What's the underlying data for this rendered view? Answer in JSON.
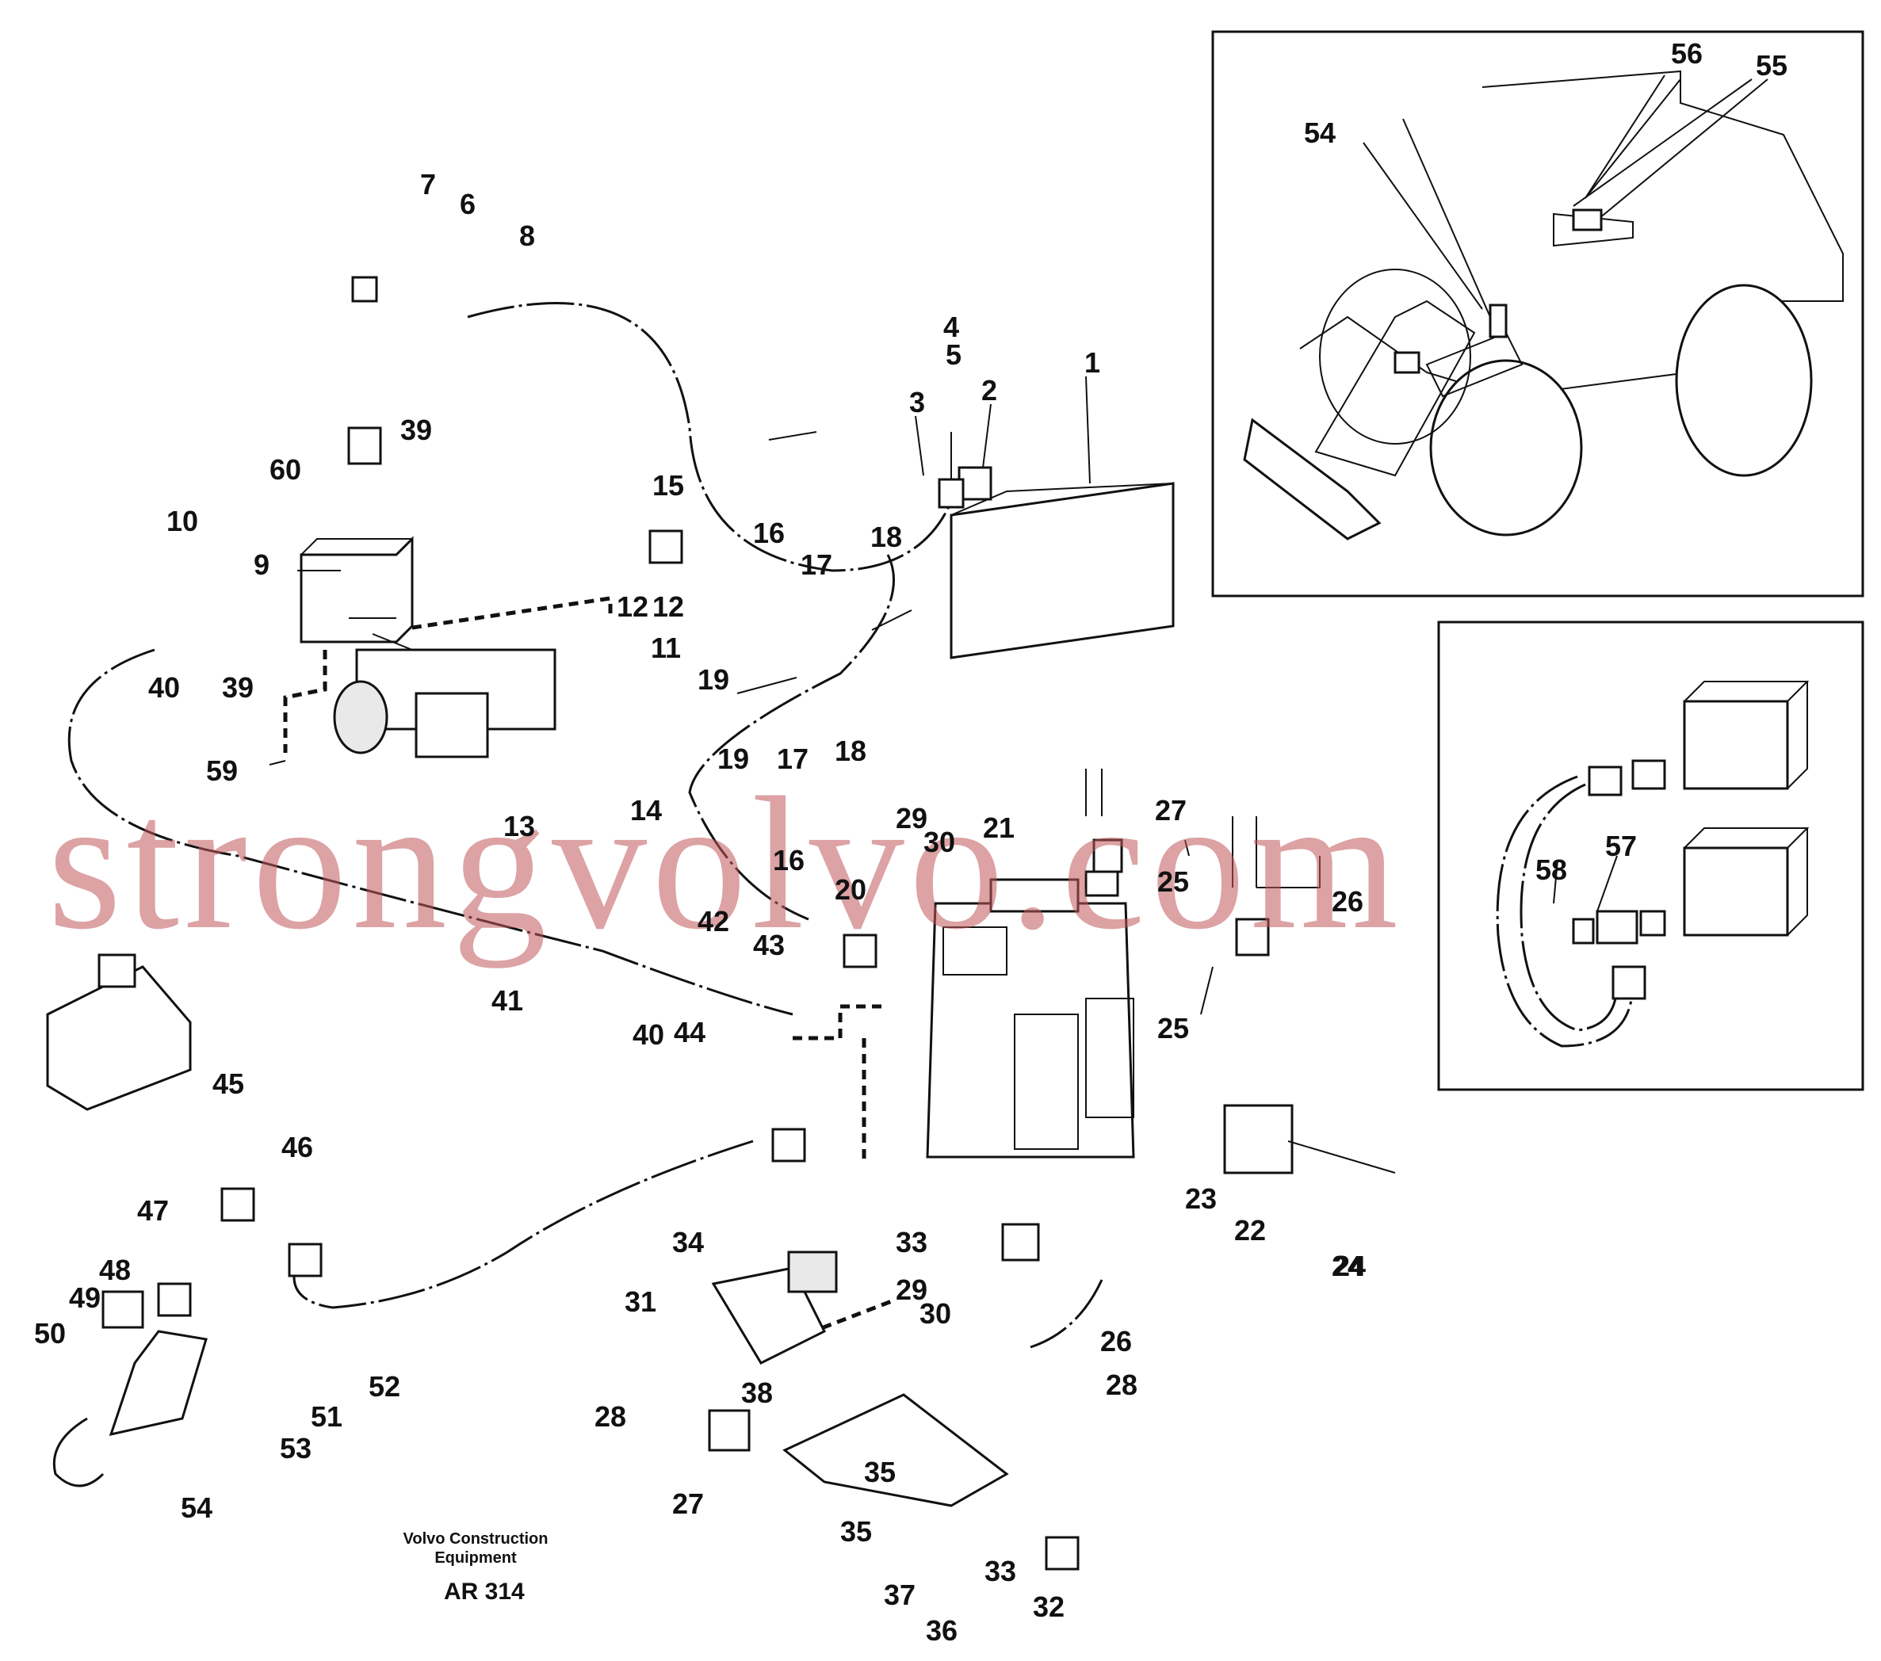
{
  "diagram": {
    "labels": [
      "1",
      "2",
      "3",
      "4",
      "5",
      "6",
      "7",
      "8",
      "9",
      "10",
      "11",
      "12",
      "13",
      "14",
      "15",
      "16",
      "17",
      "18",
      "19",
      "20",
      "21",
      "22",
      "23",
      "24",
      "25",
      "26",
      "27",
      "28",
      "29",
      "30",
      "31",
      "32",
      "33",
      "34",
      "35",
      "36",
      "37",
      "38",
      "39",
      "40",
      "41",
      "42",
      "43",
      "44",
      "45",
      "46",
      "47",
      "48",
      "49",
      "50",
      "51",
      "52",
      "53",
      "54",
      "55",
      "56",
      "57",
      "58",
      "59",
      "60"
    ]
  },
  "watermark": "strongvolvo.com",
  "caption": {
    "publisher": "Volvo Construction\nEquipment",
    "figure_id": "AR 314"
  }
}
